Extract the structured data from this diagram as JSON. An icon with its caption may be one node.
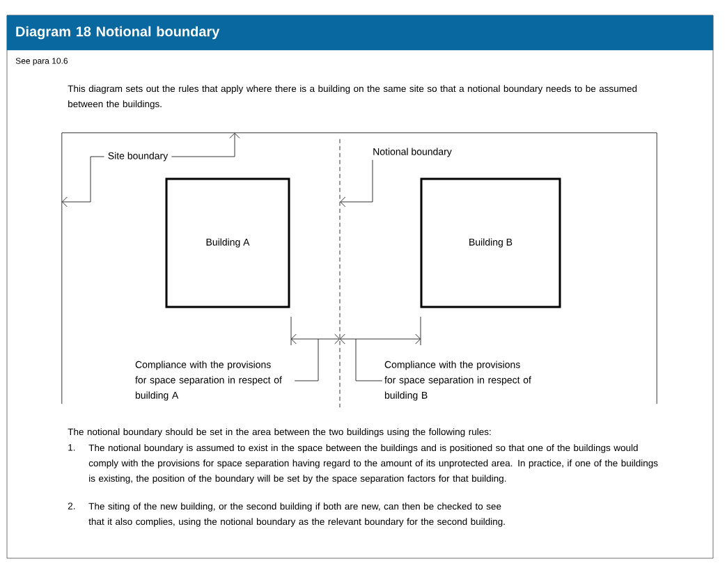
{
  "diagram": {
    "title": "Diagram 18 Notional boundary",
    "nodes": [
      {
        "text": [],
        "shape": "box"
      },
      {
        "text": [
          "Site boundary"
        ],
        "in": 0
      },
      {
        "text": [
          "Notional boundary"
        ],
        "in": 0
      },
      {
        "text": [],
        "shape": "line",
        "in": 0
      },
      {
        "text": [
          "Building A"
        ],
        "in": 0
      },
      {
        "text": [
          "Building B"
        ],
        "in": 0
      },
      {
        "text": [
          "Compliance with the provisions for space separation in respect of building A"
        ],
        "in": 0
      },
      {
        "text": [
          "Compliance with the provisions for space separation in respect of building B"
        ],
        "in": 0
      },
      {
        "text": [],
        "shape": "line",
        "in": 0
      },
      {
        "text": [],
        "shape": "line",
        "in": 0
      }
    ],
    "edges": [
      {
        "from": 1,
        "to": 0,
        "arrow": "to"
      },
      {
        "from": 1,
        "to": 0,
        "arrow": "to"
      },
      {
        "from": 2,
        "to": 3,
        "arrow": "to"
      },
      {
        "from": 6,
        "to": 8,
        "arrow": "none"
      },
      {
        "from": 7,
        "to": 9,
        "arrow": "none"
      }
    ],
    "labels": [
      "See para 10.6",
      "This diagram sets out the rules that apply where there is a building on the same site so that a notional boundary needs to be assumed between the buildings.",
      "The notional boundary should be set in the area between the two buildings using the following rules:",
      "1.",
      "The notional boundary is assumed to exist in the space between the buildings and is positioned so that one of the buildings would comply with the provisions for space separation having regard to the amount of its unprotected area. In practice, if one of the buildings is existing, the position of the boundary will be set by the space separation factors for that building.",
      "2.",
      "The siting of the new building, or the second building if both are new, can then be checked to see that it also complies, using the notional boundary as the relevant boundary for the second building."
    ]
  }
}
